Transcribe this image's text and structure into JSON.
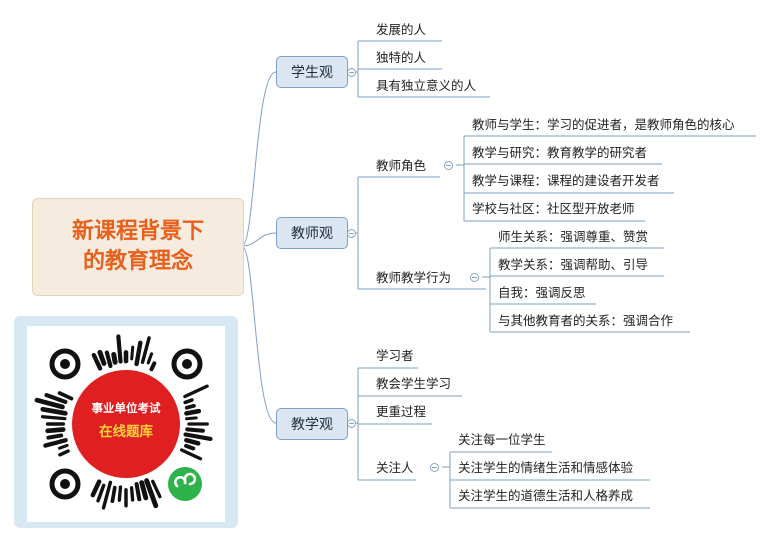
{
  "central": {
    "line1": "新课程背景下",
    "line2": "的教育理念"
  },
  "branches": {
    "students": {
      "label": "学生观",
      "items": [
        "发展的人",
        "独特的人",
        "具有独立意义的人"
      ]
    },
    "teachers": {
      "label": "教师观",
      "role": {
        "label": "教师角色",
        "items": [
          "教师与学生：学习的促进者，是教师角色的核心",
          "教学与研究：教育教学的研究者",
          "教学与课程：课程的建设者开发者",
          "学校与社区：社区型开放老师"
        ]
      },
      "behavior": {
        "label": "教师教学行为",
        "items": [
          "师生关系：强调尊重、赞赏",
          "教学关系：强调帮助、引导",
          "自我：强调反思",
          "与其他教育者的关系：强调合作"
        ]
      }
    },
    "teaching": {
      "label": "教学观",
      "items": [
        "学习者",
        "教会学生学习",
        "更重过程"
      ],
      "care": {
        "label": "关注人",
        "items": [
          "关注每一位学生",
          "关注学生的情绪生活和情感体验",
          "关注学生的道德生活和人格养成"
        ]
      }
    }
  },
  "qr": {
    "line1": "事业单位考试",
    "line2": "在线题库"
  },
  "colors": {
    "central_text": "#e8601c",
    "link": "#7f9fc6",
    "qr_red": "#e02020",
    "qr_yellow": "#ffd23c",
    "qr_green": "#2db34a"
  }
}
